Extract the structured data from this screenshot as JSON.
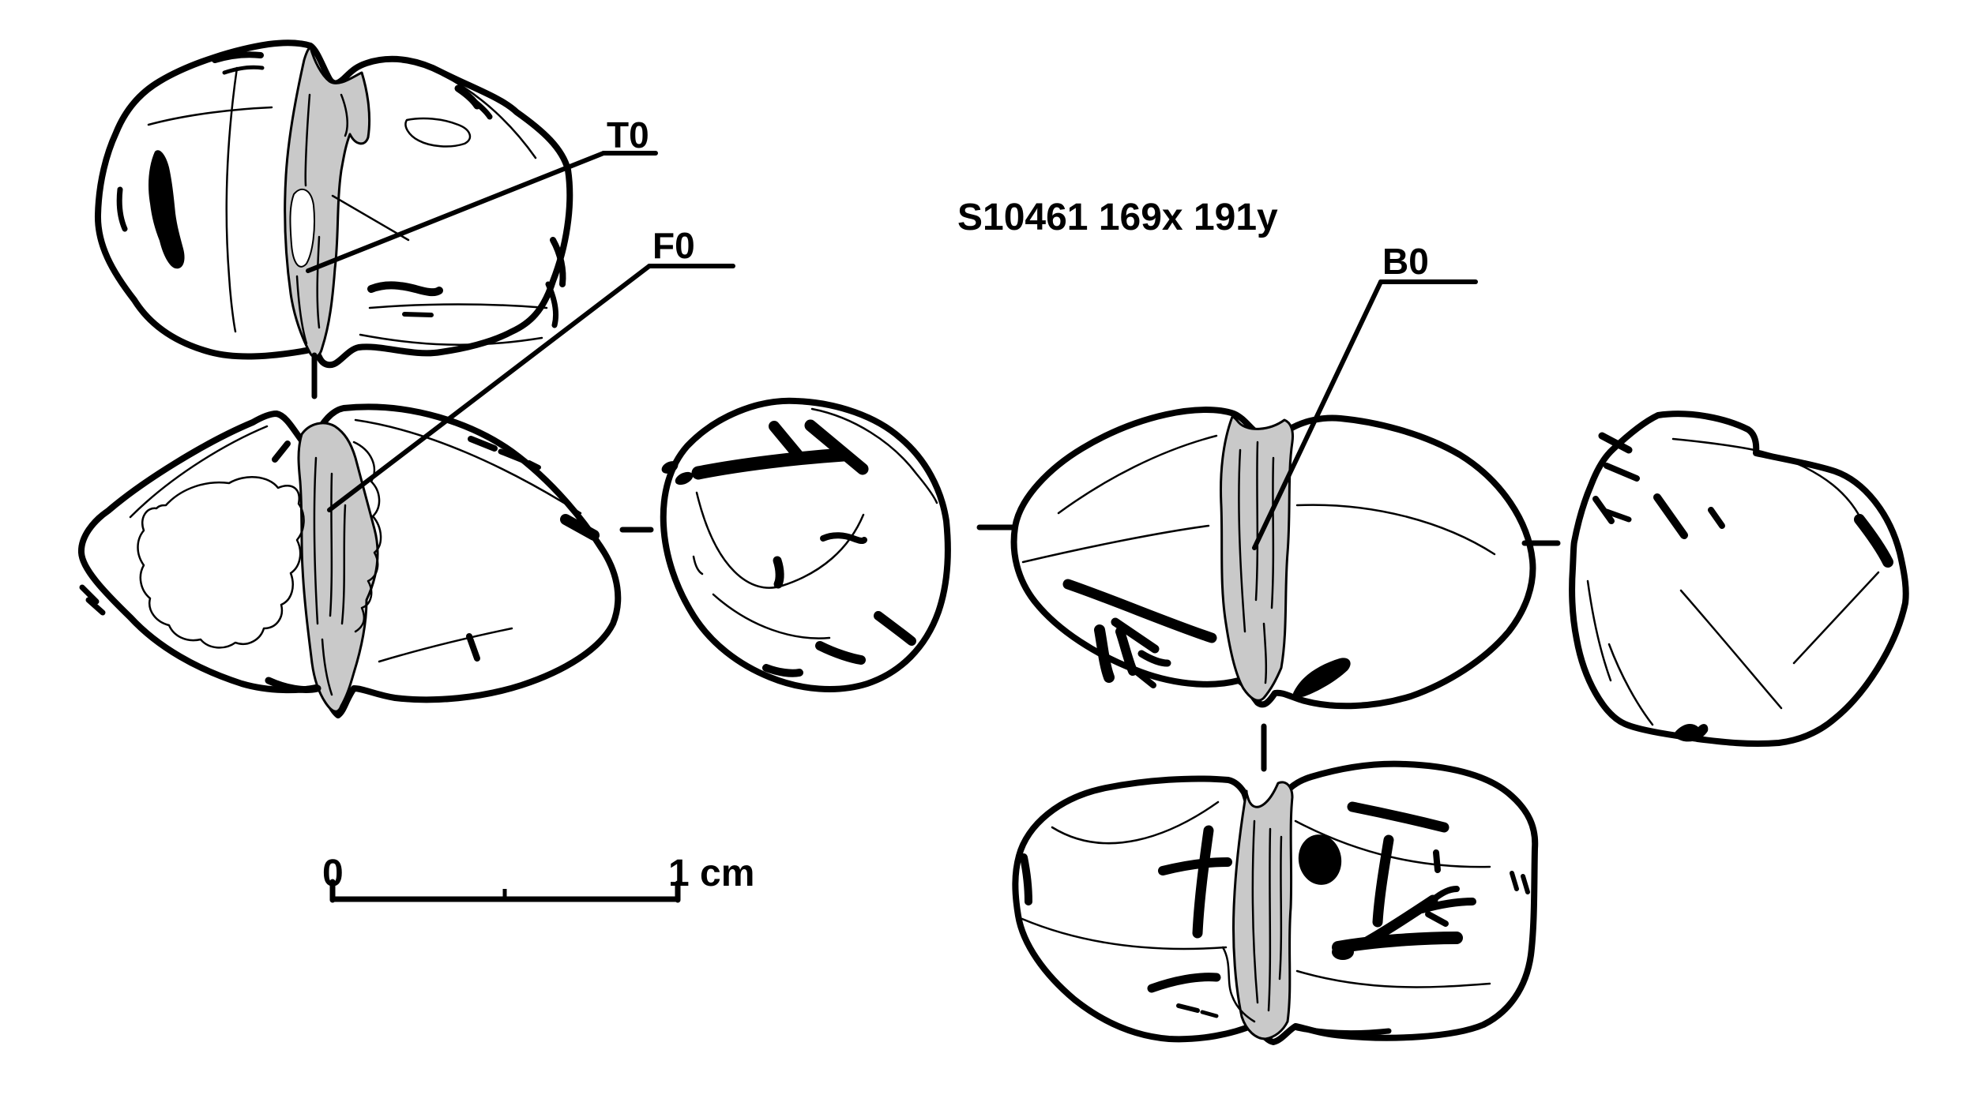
{
  "figure": {
    "title": "S10461 169x 191y",
    "labels": {
      "top_view": "T0",
      "front_view": "F0",
      "back_view": "B0"
    },
    "scale_bar": {
      "start": "0",
      "end": "1 cm"
    },
    "colors": {
      "ink": "#000000",
      "groove_gray": "#c9c9c9",
      "background": "#ffffff"
    }
  }
}
